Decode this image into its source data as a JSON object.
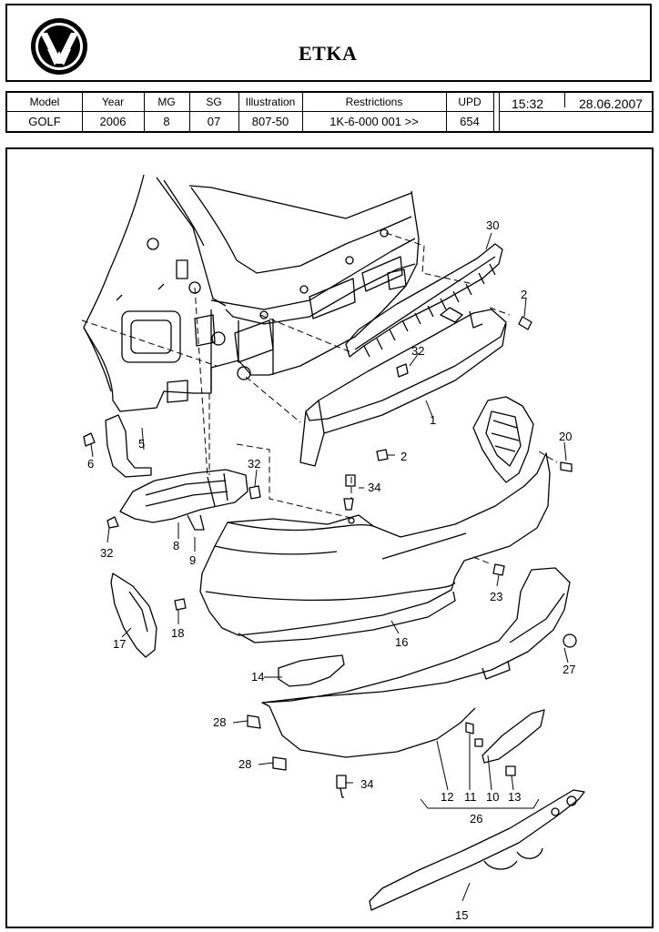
{
  "header": {
    "title": "ETKA",
    "logo": "vw-logo"
  },
  "info": {
    "columns": [
      {
        "label": "Model",
        "value": "GOLF"
      },
      {
        "label": "Year",
        "value": "2006"
      },
      {
        "label": "MG",
        "value": "8"
      },
      {
        "label": "SG",
        "value": "07"
      },
      {
        "label": "Illustration",
        "value": "807-50"
      },
      {
        "label": "Restrictions",
        "value": "1K-6-000 001 >>"
      },
      {
        "label": "UPD",
        "value": "654"
      }
    ],
    "time": "15:32",
    "date": "28.06.2007"
  },
  "callouts": [
    "30",
    "2",
    "32",
    "1",
    "20",
    "6",
    "5",
    "32",
    "34",
    "32",
    "8",
    "9",
    "23",
    "18",
    "17",
    "16",
    "27",
    "14",
    "28",
    "28",
    "34",
    "12",
    "11",
    "10",
    "13",
    "26",
    "15",
    "2"
  ]
}
